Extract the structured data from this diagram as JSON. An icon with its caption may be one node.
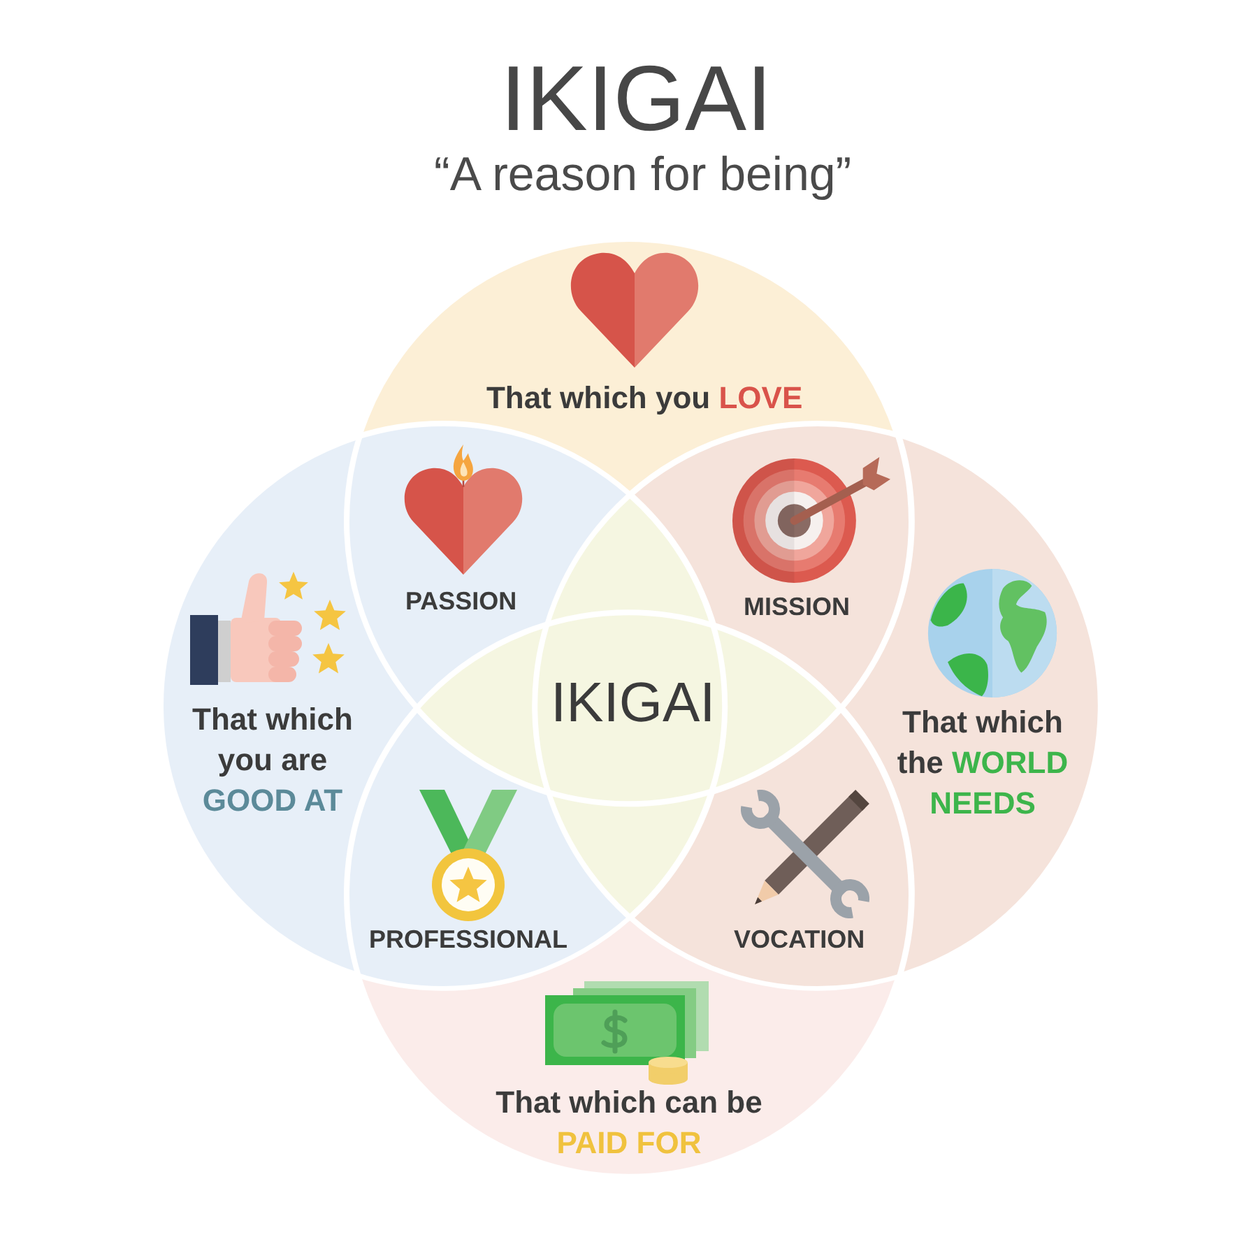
{
  "diagram": {
    "title": "IKIGAI",
    "nodes": [
      {
        "text": [
          "That which you LOVE"
        ]
      },
      {
        "text": [
          "PASSION"
        ]
      },
      {
        "text": [
          "MISSION"
        ]
      },
      {
        "text": [
          "That which you are GOOD AT"
        ]
      },
      {
        "text": [
          "IKIGAI"
        ]
      },
      {
        "text": [
          "That which the WORLD NEEDS"
        ]
      },
      {
        "text": [
          "PROFESSIONAL"
        ]
      },
      {
        "text": [
          "VOCATION"
        ]
      },
      {
        "text": [
          "That which can be PAID FOR"
        ]
      }
    ],
    "labels": [
      "“A reason for being”"
    ]
  }
}
